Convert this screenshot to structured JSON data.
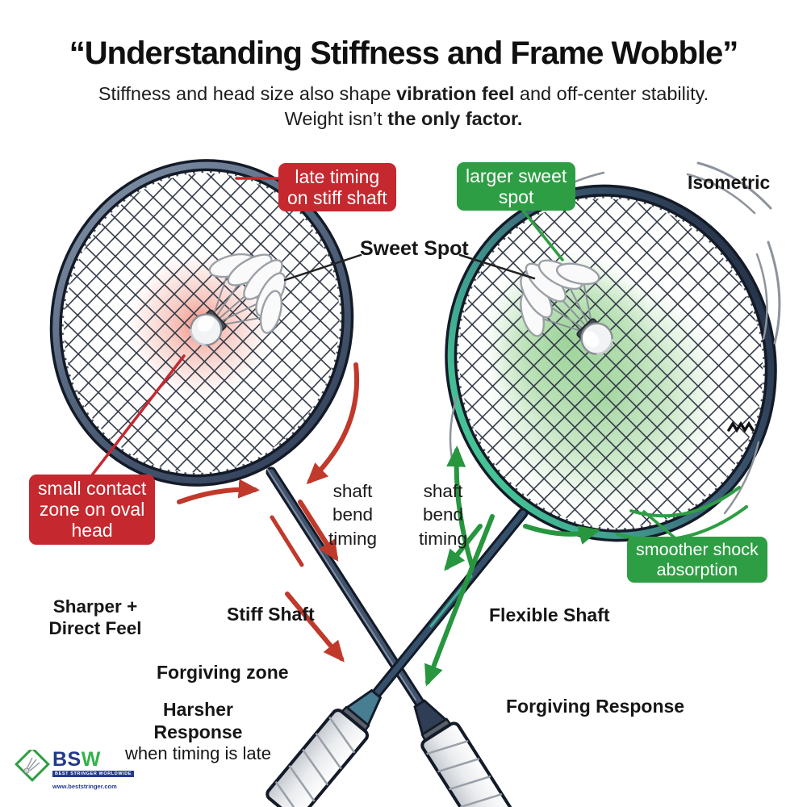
{
  "header": {
    "title": "“Understanding Stiffness and Frame Wobble”",
    "subtitle": {
      "part1": "Stiffness and head size also shape ",
      "bold1": "vibration feel",
      "part2": " and off-center stability.",
      "part3": "Weight isn’t ",
      "bold2": "the only factor."
    }
  },
  "callouts": {
    "late_timing": "late timing\non stiff shaft",
    "larger_sweet_spot": "larger sweet\nspot",
    "small_contact": "small contact\nzone on oval\nhead",
    "smoother_shock": "smoother shock\nabsorption"
  },
  "annotations": {
    "isometric": "Isometric",
    "sweet_spot": "Sweet Spot",
    "shaft_bend_left": "shaft\nbend\ntiming",
    "shaft_bend_right": "shaft\nbend\ntiming",
    "sharper_direct": "Sharper +\nDirect Feel",
    "stiff_shaft": "Stiff Shaft",
    "flexible_shaft": "Flexible Shaft",
    "forgiving_zone": "Forgiving zone",
    "harsher_line1": "Harsher Response",
    "harsher_line2": "when timing is late",
    "forgiving_response": "Forgiving Response"
  },
  "logo": {
    "abbr_bs": "BS",
    "abbr_w": "W",
    "tagline": "BEST STRINGER WORLDWIDE",
    "url": "www.beststringer.com"
  },
  "colors": {
    "red": "#c5282f",
    "green": "#2e9e44",
    "arrow_red": "#c0392b",
    "arrow_green": "#27963f",
    "frame_navy": "#2c3a52",
    "teal": "#3fae92",
    "logo_navy": "#233a8c",
    "logo_green": "#35b34a",
    "red_glow": "#f0897a",
    "green_glow": "#9bd298"
  }
}
